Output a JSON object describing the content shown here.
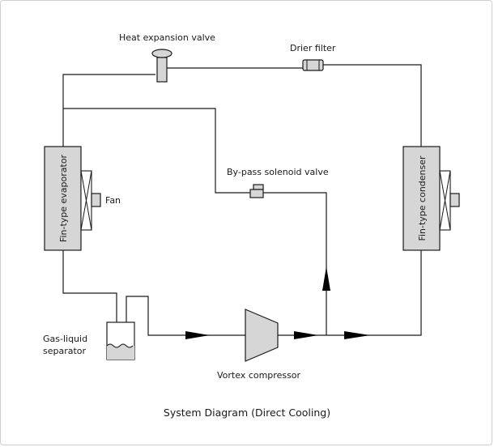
{
  "diagram": {
    "caption": "System Diagram (Direct Cooling)",
    "labels": {
      "heat_expansion_valve": "Heat expansion valve",
      "drier_filter": "Drier filter",
      "bypass_valve": "By-pass solenoid valve",
      "evaporator": "Fin-type evaporator",
      "condenser": "Fin-type condenser",
      "fan": "Fan",
      "separator_line1": "Gas-liquid",
      "separator_line2": "separator",
      "compressor": "Vortex compressor"
    }
  }
}
